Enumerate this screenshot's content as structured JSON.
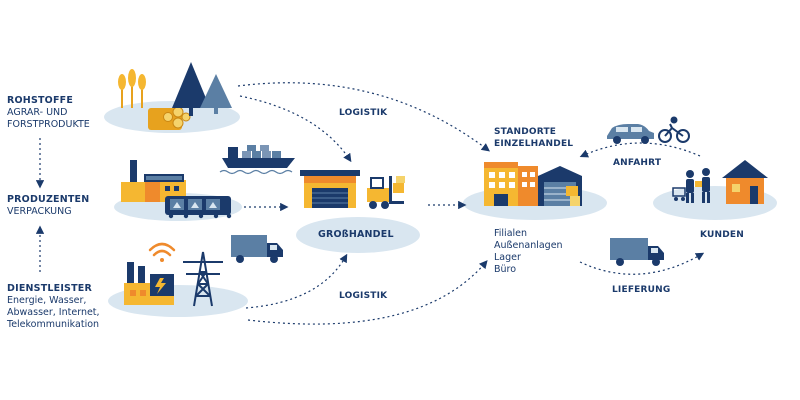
{
  "left": {
    "rohstoffe": {
      "title": "ROHSTOFFE",
      "lines": [
        "AGRAR- UND",
        "FORSTPRODUKTE"
      ]
    },
    "produzenten": {
      "title": "PRODUZENTEN",
      "lines": [
        "VERPACKUNG"
      ]
    },
    "dienstleister": {
      "title": "DIENSTLEISTER",
      "lines": [
        "Energie, Wasser,",
        "Abwasser, Internet,",
        "Telekommunikation"
      ]
    }
  },
  "logistik_top": "LOGISTIK",
  "logistik_bottom": "LOGISTIK",
  "grosshandel": "GROßHANDEL",
  "einzelhandel": {
    "lines": [
      "STANDORTE",
      "EINZELHANDEL"
    ]
  },
  "einzelhandel_items": [
    "Filialen",
    "Außenanlagen",
    "Lager",
    "Büro"
  ],
  "anfahrt": "ANFAHRT",
  "lieferung": "LIEFERUNG",
  "kunden": "KUNDEN",
  "colors": {
    "navy": "#1b3a6b",
    "light_blue": "#d9e6f0",
    "yellow": "#f5b731",
    "orange": "#ef8a2c",
    "steel": "#5b7fa4"
  }
}
